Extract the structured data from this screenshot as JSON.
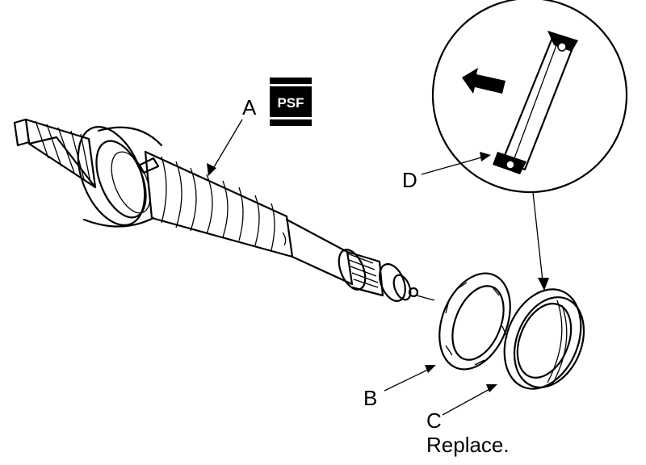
{
  "labels": {
    "a": "A",
    "b": "B",
    "c": "C",
    "d": "D",
    "c_note": "Replace.",
    "badge": "PSF"
  },
  "colors": {
    "ink": "#000000",
    "paper": "#ffffff"
  }
}
